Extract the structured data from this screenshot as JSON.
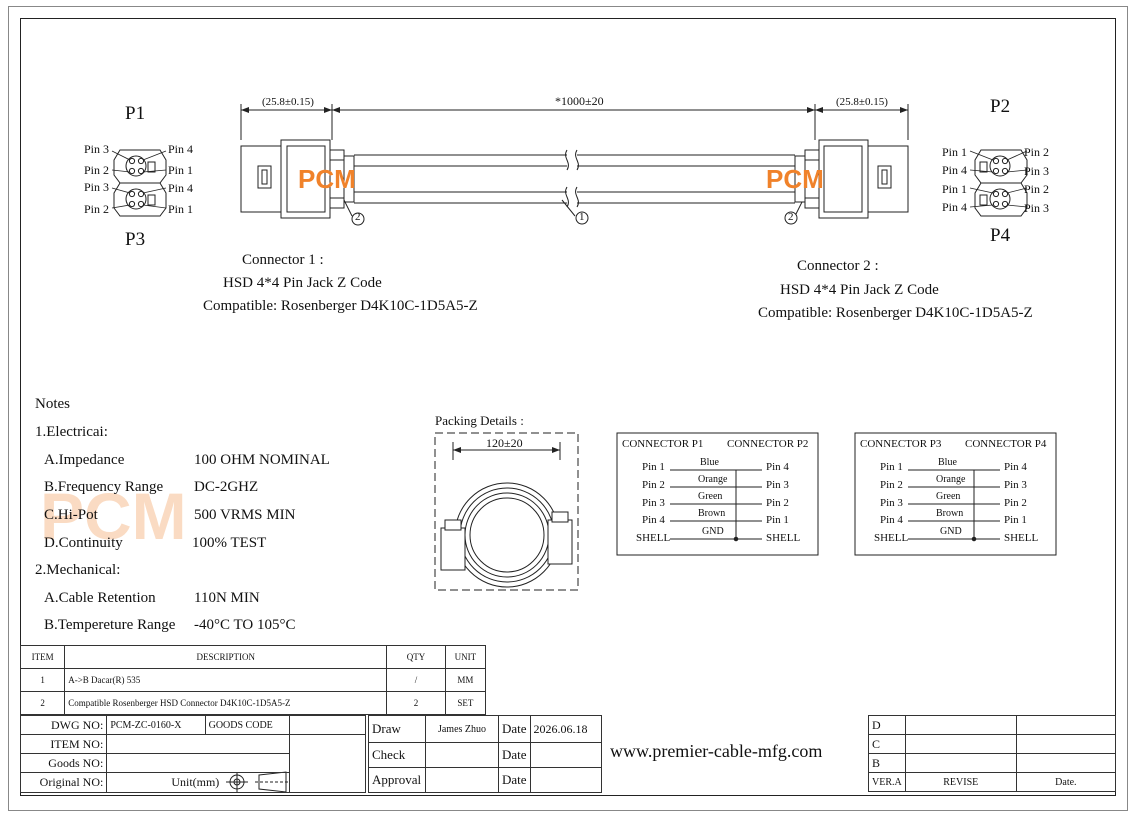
{
  "drawing": {
    "dim_left": "(25.8±0.15)",
    "dim_right": "(25.8±0.15)",
    "dim_length": "*1000±20",
    "callout_1": "1",
    "callout_2a": "2",
    "callout_2b": "2",
    "watermark": "PCM",
    "p1_label": "P1",
    "p2_label": "P2",
    "p3_label": "P3",
    "p4_label": "P4",
    "left_pins": [
      "Pin 3",
      "Pin 4",
      "Pin 2",
      "Pin 1",
      "Pin 3",
      "Pin 4",
      "Pin 2",
      "Pin 1"
    ],
    "right_pins": [
      "Pin 1",
      "Pin 2",
      "Pin 4",
      "Pin 3",
      "Pin 1",
      "Pin 2",
      "Pin 4",
      "Pin 3"
    ]
  },
  "connector1": {
    "line1": "Connector 1 :",
    "line2": "HSD 4*4 Pin  Jack Z Code",
    "line3": "Compatible: Rosenberger D4K10C-1D5A5-Z"
  },
  "connector2": {
    "line1": "Connector 2 :",
    "line2": "HSD 4*4 Pin  Jack Z Code",
    "line3": "Compatible: Rosenberger D4K10C-1D5A5-Z"
  },
  "notes": {
    "title": "Notes",
    "electrical_title": "1.Electricai:",
    "electrical": [
      {
        "label": "A.Impedance",
        "value": "100 OHM NOMINAL"
      },
      {
        "label": "B.Frequency Range",
        "value": "DC-2GHZ"
      },
      {
        "label": "C.Hi-Pot",
        "value": "500 VRMS MIN"
      },
      {
        "label": "D.Continuity",
        "value": "100% TEST"
      }
    ],
    "mechanical_title": "2.Mechanical:",
    "mechanical": [
      {
        "label": "A.Cable Retention",
        "value": "110N MIN"
      },
      {
        "label": "B.Tempereture Range",
        "value": "-40°C TO 105°C"
      }
    ]
  },
  "packing": {
    "title": "Packing Details :",
    "dim": "120±20"
  },
  "wiring1": {
    "header_left": "CONNECTOR P1",
    "header_right": "CONNECTOR P2",
    "rows": [
      {
        "left": "Pin 1",
        "wire": "Blue",
        "right": "Pin 4"
      },
      {
        "left": "Pin 2",
        "wire": "Orange",
        "right": "Pin 3"
      },
      {
        "left": "Pin 3",
        "wire": "Green",
        "right": "Pin 2"
      },
      {
        "left": "Pin 4",
        "wire": "Brown",
        "right": "Pin 1"
      },
      {
        "left": "SHELL",
        "wire": "GND",
        "right": "SHELL"
      }
    ]
  },
  "wiring2": {
    "header_left": "CONNECTOR P3",
    "header_right": "CONNECTOR P4",
    "rows": [
      {
        "left": "Pin 1",
        "wire": "Blue",
        "right": "Pin 4"
      },
      {
        "left": "Pin 2",
        "wire": "Orange",
        "right": "Pin 3"
      },
      {
        "left": "Pin 3",
        "wire": "Green",
        "right": "Pin 2"
      },
      {
        "left": "Pin 4",
        "wire": "Brown",
        "right": "Pin 1"
      },
      {
        "left": "SHELL",
        "wire": "GND",
        "right": "SHELL"
      }
    ]
  },
  "bom": {
    "headers": [
      "ITEM",
      "DESCRIPTION",
      "QTY",
      "UNIT"
    ],
    "rows": [
      [
        "1",
        "A->B Dacar(R) 535",
        "/",
        "MM"
      ],
      [
        "2",
        "Compatible Rosenberger HSD Connector D4K10C-1D5A5-Z",
        "2",
        "SET"
      ]
    ]
  },
  "title_block": {
    "dwg_no_label": "DWG NO:",
    "dwg_no": "PCM-ZC-0160-X",
    "goods_code_label": "GOODS CODE",
    "item_no_label": "ITEM NO:",
    "goods_no_label": "Goods NO:",
    "original_no_label": "Original NO:",
    "unit_label": "Unit(mm)",
    "draw_label": "Draw",
    "drawer": "James Zhuo",
    "check_label": "Check",
    "approval_label": "Approval",
    "date_label": "Date",
    "date": "2026.06.18",
    "website": "www.premier-cable-mfg.com",
    "rev_d": "D",
    "rev_c": "C",
    "rev_b": "B",
    "ver_label": "VER.A",
    "revise_label": "REVISE",
    "date2_label": "Date."
  },
  "colors": {
    "watermark": "#f0822a",
    "line": "#222222"
  }
}
